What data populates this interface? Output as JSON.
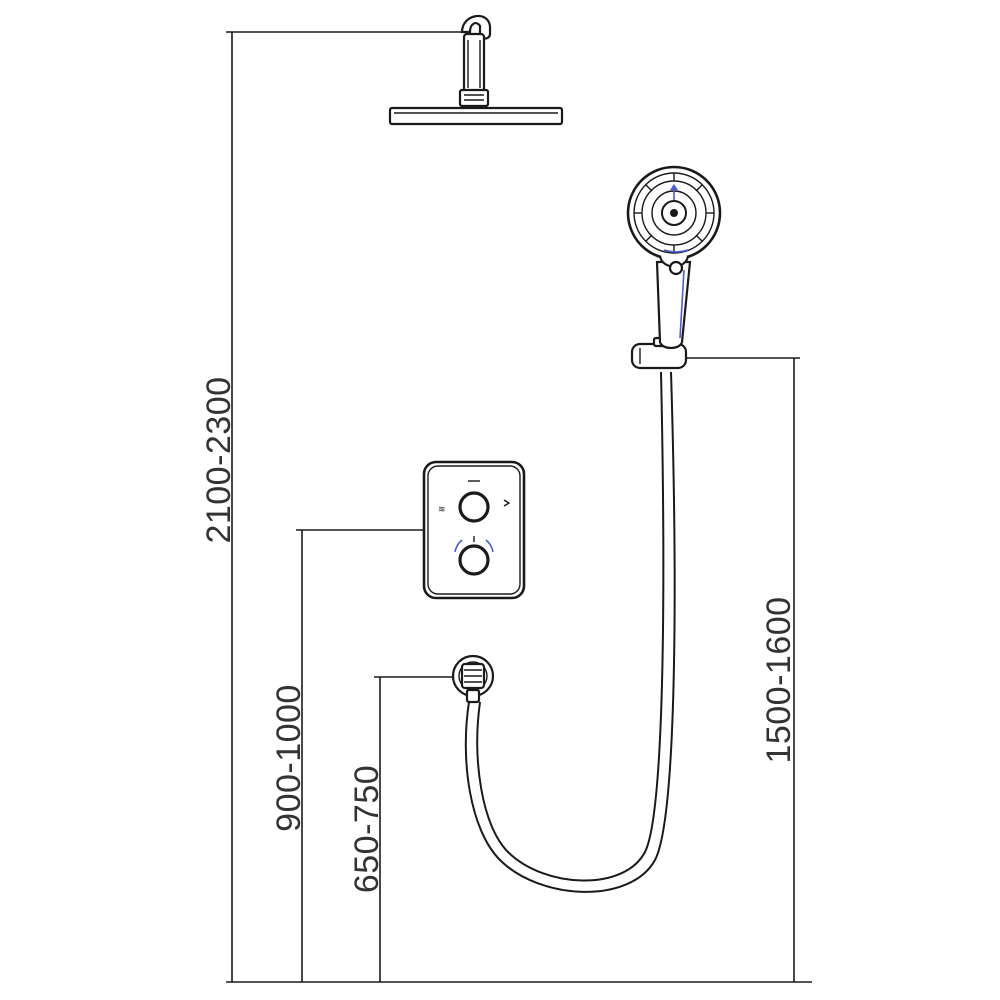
{
  "dimensions": {
    "overhead_height": "2100-2300",
    "valve_height": "900-1000",
    "outlet_height": "650-750",
    "handshower_height": "1500-1600"
  },
  "colors": {
    "line": "#1a1a1a",
    "text": "#333333",
    "accent": "#4a5bd6",
    "background": "#ffffff"
  },
  "components": {
    "overhead_shower": "overhead-shower-icon",
    "valve_panel": "thermostatic-valve-icon",
    "wall_outlet": "wall-outlet-icon",
    "hand_shower": "hand-shower-icon",
    "hose": "hose-icon"
  }
}
